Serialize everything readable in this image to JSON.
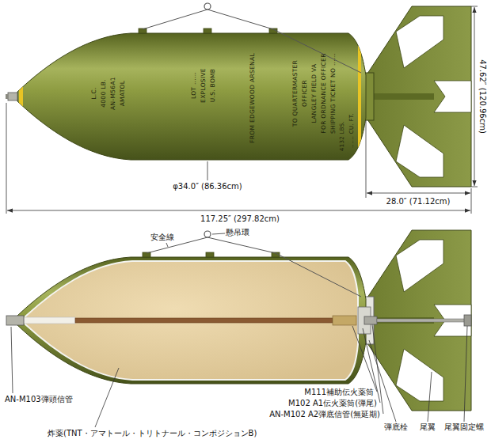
{
  "diagram": {
    "labels": [
      "L.C.",
      "4000 LB.",
      "AN-M56A1",
      "AMATOL",
      "LOT ......",
      "EXPLOSIVE",
      "U.S. BOMB",
      "FROM EDGEWOOD ARSENAL",
      "TO QUARTERMASTER",
      "OFFICER",
      "LANGLEY FIELD VA",
      "FOR ORDNANCE OFFICER",
      "SHIPPING TICKET NO ......",
      "4132 LBS.",
      "...... CU. FT.",
      "φ34.0″ (86.36cm)",
      "47.62″ (120.96cm)",
      "117.25″ (297.82cm)",
      "28.0″ (71.12cm)",
      "安全線",
      "懸吊環",
      "AN-M103弾頭信管",
      "炸薬(TNT・アマトール・トリトナール・コンポジションB)",
      "M111補助伝火薬筒",
      "M102 A1伝火薬筒(弾尾)",
      "AN-M102 A2弾底信管(無延期)",
      "弾底栓",
      "尾翼",
      "尾翼固定螺"
    ]
  }
}
